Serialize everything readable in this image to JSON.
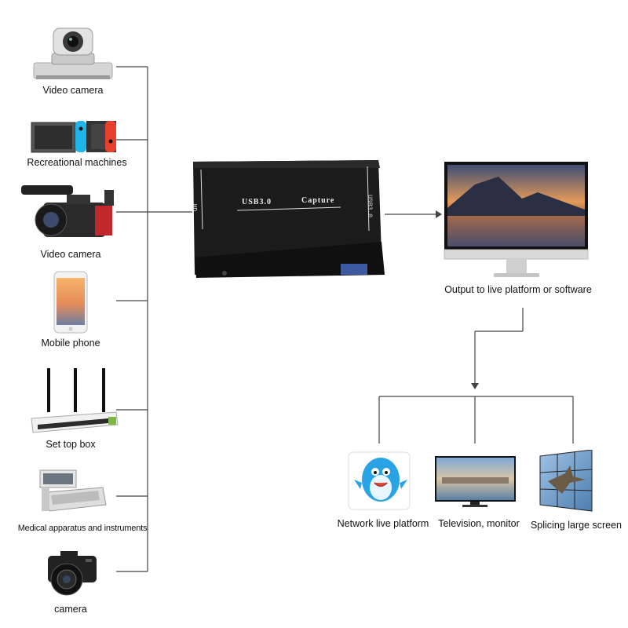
{
  "sources": [
    {
      "label": "Video camera",
      "icon": "ptz-camera-icon"
    },
    {
      "label": "Recreational machines",
      "icon": "game-console-icon"
    },
    {
      "label": "Video camera",
      "icon": "camcorder-icon"
    },
    {
      "label": "Mobile phone",
      "icon": "mobile-phone-icon"
    },
    {
      "label": "Set top box",
      "icon": "router-icon"
    },
    {
      "label": "Medical apparatus and instruments",
      "icon": "medical-device-icon"
    },
    {
      "label": "camera",
      "icon": "dslr-camera-icon"
    }
  ],
  "device": {
    "left_port": "HD",
    "right_port": "USB3.0",
    "top_left": "USB3.0",
    "top_right": "Capture"
  },
  "output": {
    "label": "Output to live platform or software",
    "icon": "monitor-icon"
  },
  "targets": [
    {
      "label": "Network live platform",
      "icon": "dolphin-mascot-icon"
    },
    {
      "label": "Television, monitor",
      "icon": "television-icon"
    },
    {
      "label": "Splicing large screen",
      "icon": "video-wall-icon"
    }
  ],
  "colors": {
    "line": "#333333",
    "device": "#1c1c1c"
  }
}
